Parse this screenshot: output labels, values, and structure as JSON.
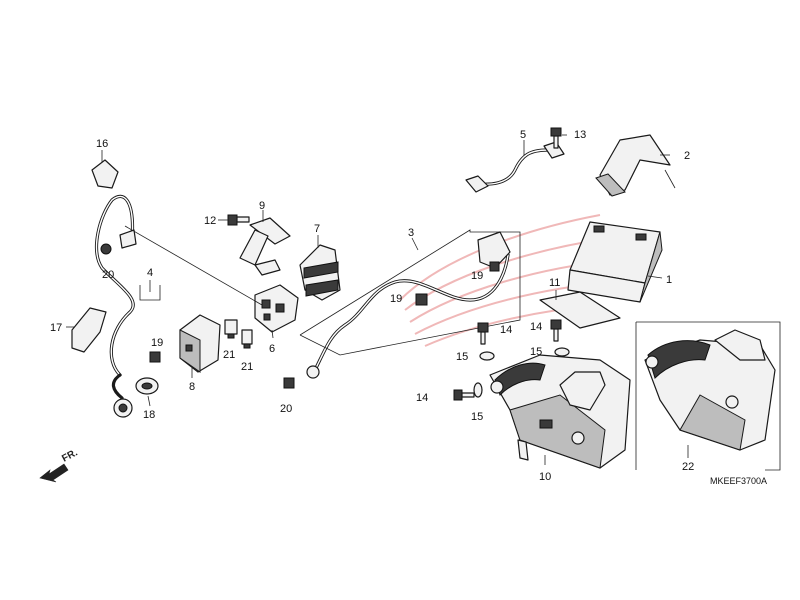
{
  "diagram_code": "MKEEF3700A",
  "direction_label": "FR.",
  "callouts": {
    "c1": "1",
    "c2": "2",
    "c3": "3",
    "c4": "4",
    "c5": "5",
    "c6": "6",
    "c7": "7",
    "c8": "8",
    "c9": "9",
    "c10": "10",
    "c11": "11",
    "c12": "12",
    "c13": "13",
    "c14a": "14",
    "c14b": "14",
    "c14c": "14",
    "c15a": "15",
    "c15b": "15",
    "c15c": "15",
    "c16": "16",
    "c17": "17",
    "c18": "18",
    "c19a": "19",
    "c19b": "19",
    "c19c": "19",
    "c20a": "20",
    "c20b": "20",
    "c21a": "21",
    "c21b": "21",
    "c22": "22"
  },
  "colors": {
    "line": "#1a1a1a",
    "watermark": "#f0b8b8"
  }
}
